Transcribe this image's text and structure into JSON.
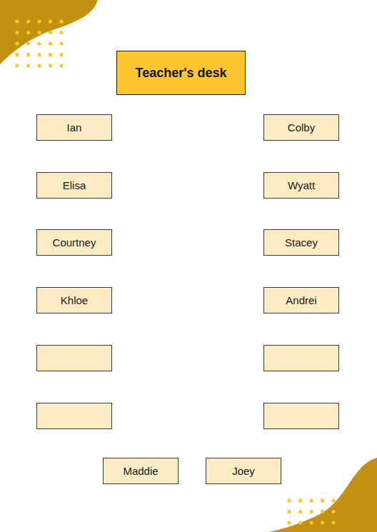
{
  "diagram": {
    "nodes": [
      {
        "text": [
          "Teacher's desk"
        ]
      },
      {
        "text": [
          "Ian"
        ]
      },
      {
        "text": [
          "Colby"
        ]
      },
      {
        "text": [
          "Elisa"
        ]
      },
      {
        "text": [
          "Wyatt"
        ]
      },
      {
        "text": [
          "Courtney"
        ]
      },
      {
        "text": [
          "Stacey"
        ]
      },
      {
        "text": [
          "Khloe"
        ]
      },
      {
        "text": [
          "Andrei"
        ]
      },
      {
        "text": [
          "Maddie"
        ]
      },
      {
        "text": [
          "Joey"
        ]
      }
    ]
  }
}
